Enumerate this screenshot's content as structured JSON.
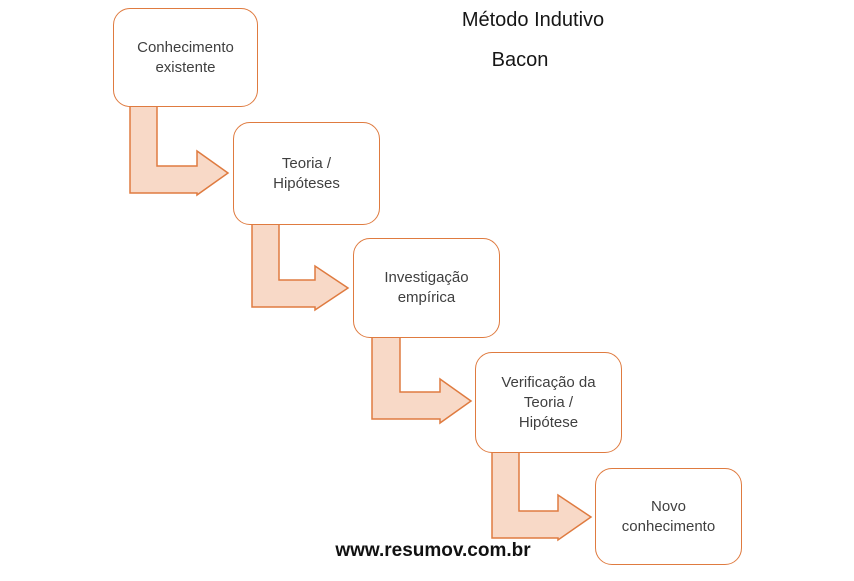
{
  "title": {
    "heading": "Método Indutivo",
    "subheading": "Bacon"
  },
  "diagram": {
    "name": "inductive-method-flow",
    "connector": "bent-arrow",
    "steps": [
      {
        "label": "Conhecimento\nexistente"
      },
      {
        "label": "Teoria /\nHipóteses"
      },
      {
        "label": "Investigação\nempírica"
      },
      {
        "label": "Verificação da\nTeoria /\nHipótese"
      },
      {
        "label": "Novo\nconhecimento"
      }
    ]
  },
  "footer": {
    "website": "www.resumov.com.br"
  },
  "colors": {
    "shape_border": "#DF7B40",
    "arrow_fill": "#F8D9C7",
    "step_text": "#3F3F3F",
    "background": "#FFFFFF"
  }
}
